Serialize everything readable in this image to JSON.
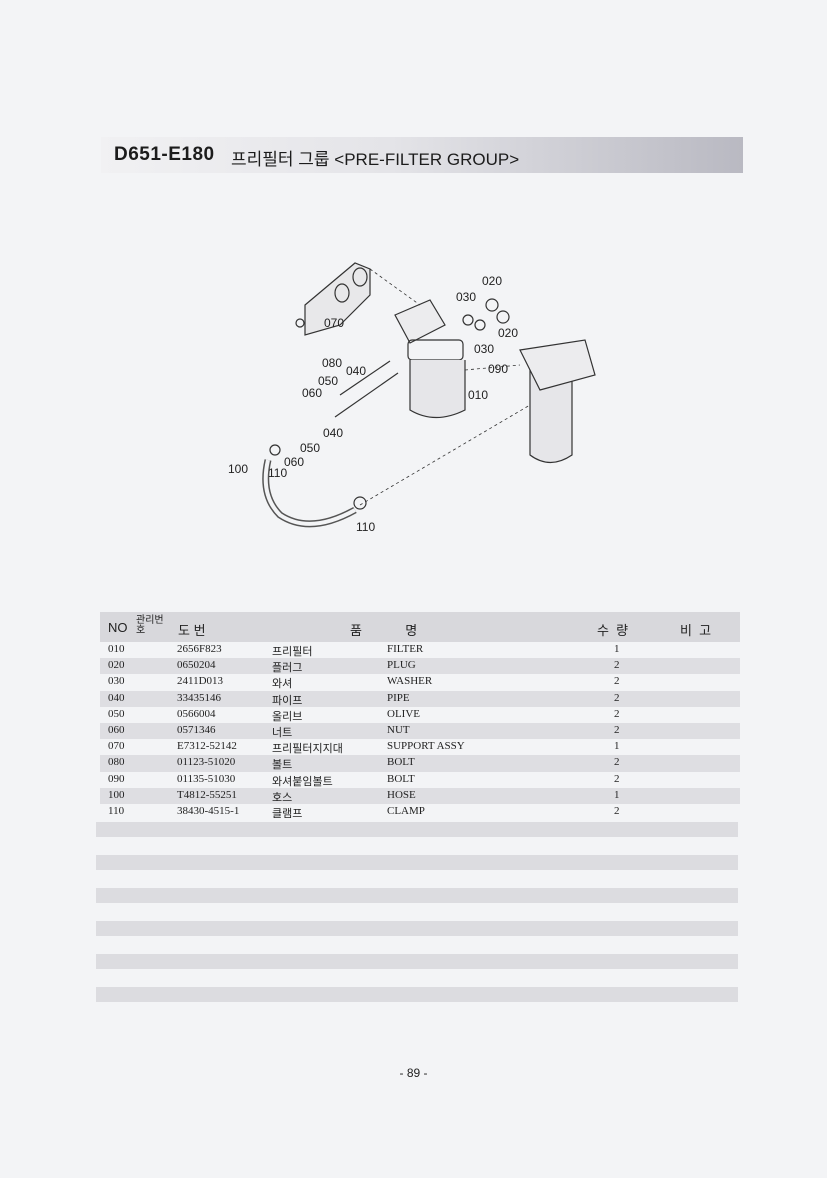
{
  "header": {
    "code": "D651-E180",
    "name": "프리필터 그룹 <PRE-FILTER GROUP>"
  },
  "diagram_labels": [
    "070",
    "080",
    "040",
    "050",
    "060",
    "040",
    "050",
    "060",
    "100",
    "110",
    "110",
    "020",
    "030",
    "020",
    "030",
    "090",
    "010"
  ],
  "table": {
    "headers": {
      "no": "NO",
      "mgmt": "관리번호",
      "part": "도  번",
      "name": "품            명",
      "qty": "수  량",
      "remark": "비  고"
    },
    "rows": [
      {
        "no": "010",
        "part": "2656F823",
        "kr": "프리필터",
        "en": "FILTER",
        "qty": "1"
      },
      {
        "no": "020",
        "part": "0650204",
        "kr": "플러그",
        "en": "PLUG",
        "qty": "2"
      },
      {
        "no": "030",
        "part": "2411D013",
        "kr": "와셔",
        "en": "WASHER",
        "qty": "2"
      },
      {
        "no": "040",
        "part": "33435146",
        "kr": "파이프",
        "en": "PIPE",
        "qty": "2"
      },
      {
        "no": "050",
        "part": "0566004",
        "kr": "올리브",
        "en": "OLIVE",
        "qty": "2"
      },
      {
        "no": "060",
        "part": "0571346",
        "kr": "너트",
        "en": "NUT",
        "qty": "2"
      },
      {
        "no": "070",
        "part": "E7312-52142",
        "kr": "프리필터지지대",
        "en": "SUPPORT ASSY",
        "qty": "1"
      },
      {
        "no": "080",
        "part": "01123-51020",
        "kr": "볼트",
        "en": "BOLT",
        "qty": "2"
      },
      {
        "no": "090",
        "part": "01135-51030",
        "kr": "와셔붙임볼트",
        "en": "BOLT",
        "qty": "2"
      },
      {
        "no": "100",
        "part": "T4812-55251",
        "kr": "호스",
        "en": "HOSE",
        "qty": "1"
      },
      {
        "no": "110",
        "part": "38430-4515-1",
        "kr": "클램프",
        "en": "CLAMP",
        "qty": "2"
      }
    ]
  },
  "page_number": "- 89 -"
}
